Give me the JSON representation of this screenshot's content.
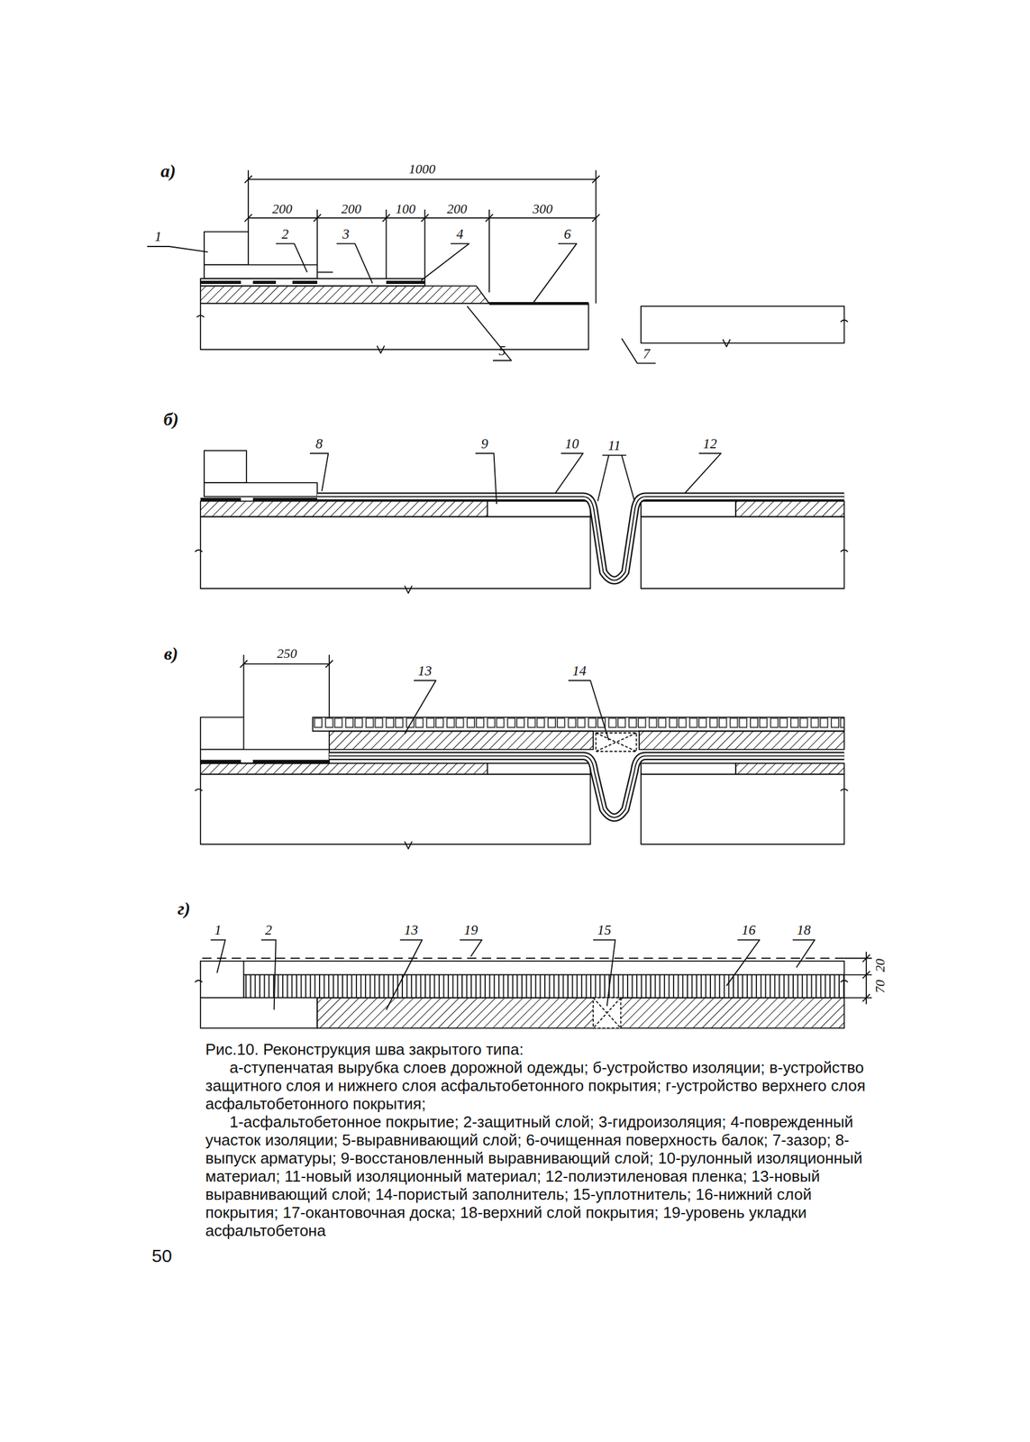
{
  "diagram": {
    "title": "Рис.10. Реконструкция шва закрытого типа:",
    "caption": "а-ступенчатая вырубка слоев дорожной одежды; б-устройство изоляции; в-устройство защитного слоя и нижнего слоя асфальтобетонного покрытия; г-устройство верхнего слоя асфальтобетонного покрытия;",
    "labels": [
      "а)",
      "1000",
      "200",
      "200",
      "100",
      "200",
      "300",
      "1",
      "2",
      "3",
      "4",
      "6",
      "5",
      "7",
      "б)",
      "8",
      "9",
      "10",
      "11",
      "12",
      "в)",
      "250",
      "13",
      "14",
      "г)",
      "1",
      "2",
      "13",
      "19",
      "15",
      "16",
      "18",
      "20",
      "70",
      "1-асфальтобетонное покрытие; 2-защитный слой; 3-гидроизоляция; 4-поврежденный участок изоляции; 5-выравнивающий слой; 6-очищенная поверхность балок; 7-зазор; 8-выпуск арматуры; 9-восстановленный выравнивающий слой; 10-рулонный изоляционный материал; 11-новый изоляционный материал; 12-полиэтиленовая пленка; 13-новый выравнивающий слой; 14-пористый заполнитель; 15-уплотнитель; 16-нижний слой покрытия; 17-окантовочная доска; 18-верхний слой покрытия; 19-уровень укладки асфальтобетона",
      "50"
    ]
  }
}
